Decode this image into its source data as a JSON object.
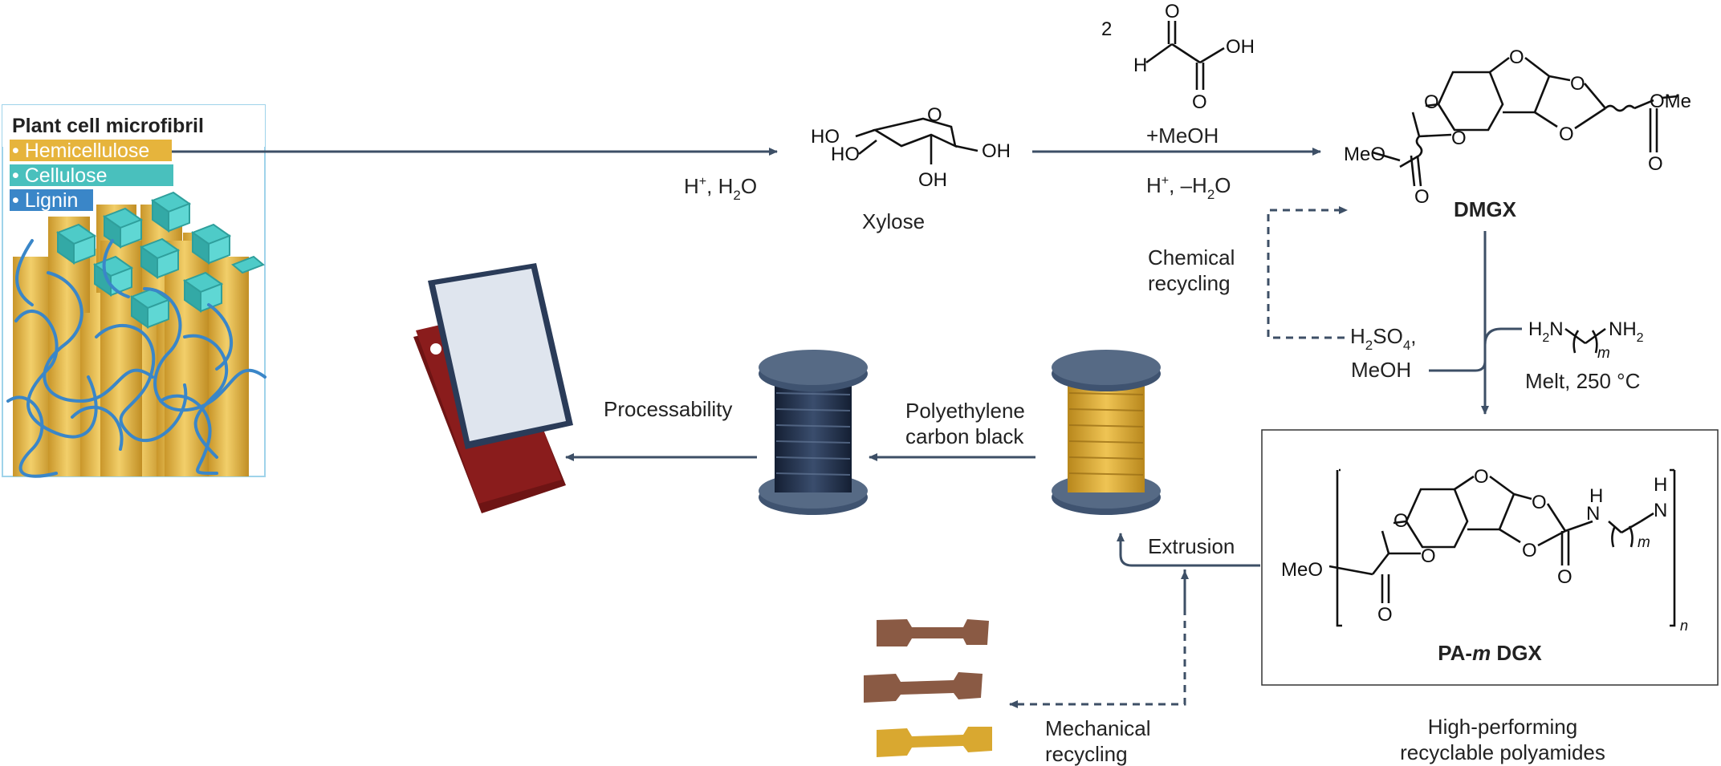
{
  "plant": {
    "title": "Plant cell microfibril",
    "legend": [
      {
        "label": "• Hemicellulose",
        "color": "#e6b43c"
      },
      {
        "label": "• Cellulose",
        "color": "#49c0bd"
      },
      {
        "label": "• Lignin",
        "color": "#3a86c8"
      }
    ]
  },
  "steps": {
    "hydrolysis": {
      "h": "H",
      "sup": "+",
      "rest": ", H",
      "sub": "2",
      "end": "O"
    },
    "xylose": "Xylose",
    "glyoxylic_coef": "2",
    "meoh": "+MeOH",
    "acid": {
      "h": "H",
      "sup": "+",
      "rest": ", –H",
      "sub": "2",
      "end": "O"
    },
    "dmgx": "DMGX",
    "chem_recycling": [
      "Chemical",
      "recycling"
    ],
    "h2so4": {
      "a": "H",
      "sub1": "2",
      "b": "SO",
      "sub2": "4",
      "c": ","
    },
    "meoh2": "MeOH",
    "diamine": {
      "a": "H",
      "sub1": "2",
      "b": "N",
      "c": "NH",
      "sub2": "2",
      "m": "m"
    },
    "melt": "Melt, 250 °C",
    "polymer": {
      "label_a": "PA-",
      "label_m": "m",
      "label_b": " DGX",
      "n": "n",
      "m": "m"
    },
    "caption": [
      "High-performing",
      "recyclable polyamides"
    ],
    "extrusion": "Extrusion",
    "pe_cb": [
      "Polyethylene",
      "carbon black"
    ],
    "processability": "Processability",
    "mech_recycling": [
      "Mechanical",
      "recycling"
    ]
  },
  "colors": {
    "arrow": "#3d4f66",
    "spool_dark": "#1f2d45",
    "spool_gold": "#d9a830",
    "cap": "#566a85",
    "phone_red": "#8a1c1c",
    "dogbone_brown": "#8a5a44",
    "dogbone_gold": "#d9a830"
  }
}
